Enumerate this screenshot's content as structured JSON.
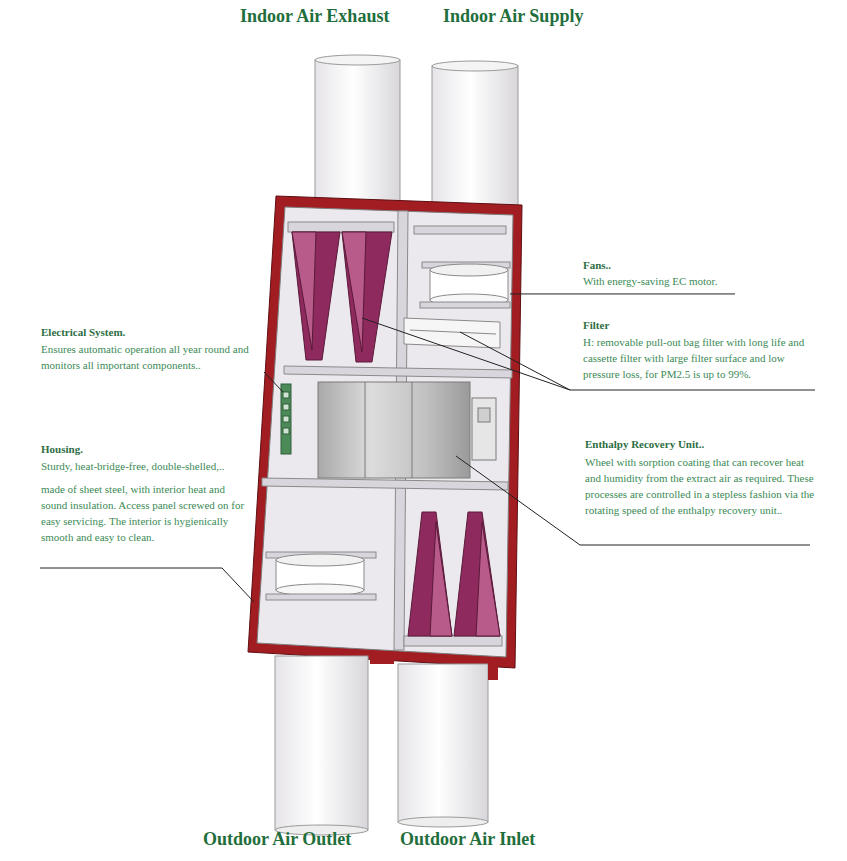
{
  "diagram": {
    "labels": [
      "Indoor Air Exhaust",
      "Indoor Air Supply",
      "Fans..",
      "With energy-saving EC motor.",
      "Electrical System.",
      "Ensures automatic operation all year round and monitors all important components..",
      "Filter",
      "H: removable pull-out bag filter with long life and cassette filter with large filter surface and low pressure loss, for PM2.5 is up to 99%.",
      "Housing.",
      "Sturdy, heat-bridge-free, double-shelled,..",
      "made of sheet steel, with interior heat and sound insulation. Access panel screwed on for easy servicing. The interior is hygienically smooth and easy to clean.",
      "Enthalpy Recovery Unit..",
      "Wheel with sorption coating that can recover heat and humidity from the extract air as required. These processes are controlled in a stepless fashion via the rotating speed of the enthalpy recovery unit..",
      "Outdoor Air Outlet",
      "Outdoor Air Inlet"
    ]
  }
}
